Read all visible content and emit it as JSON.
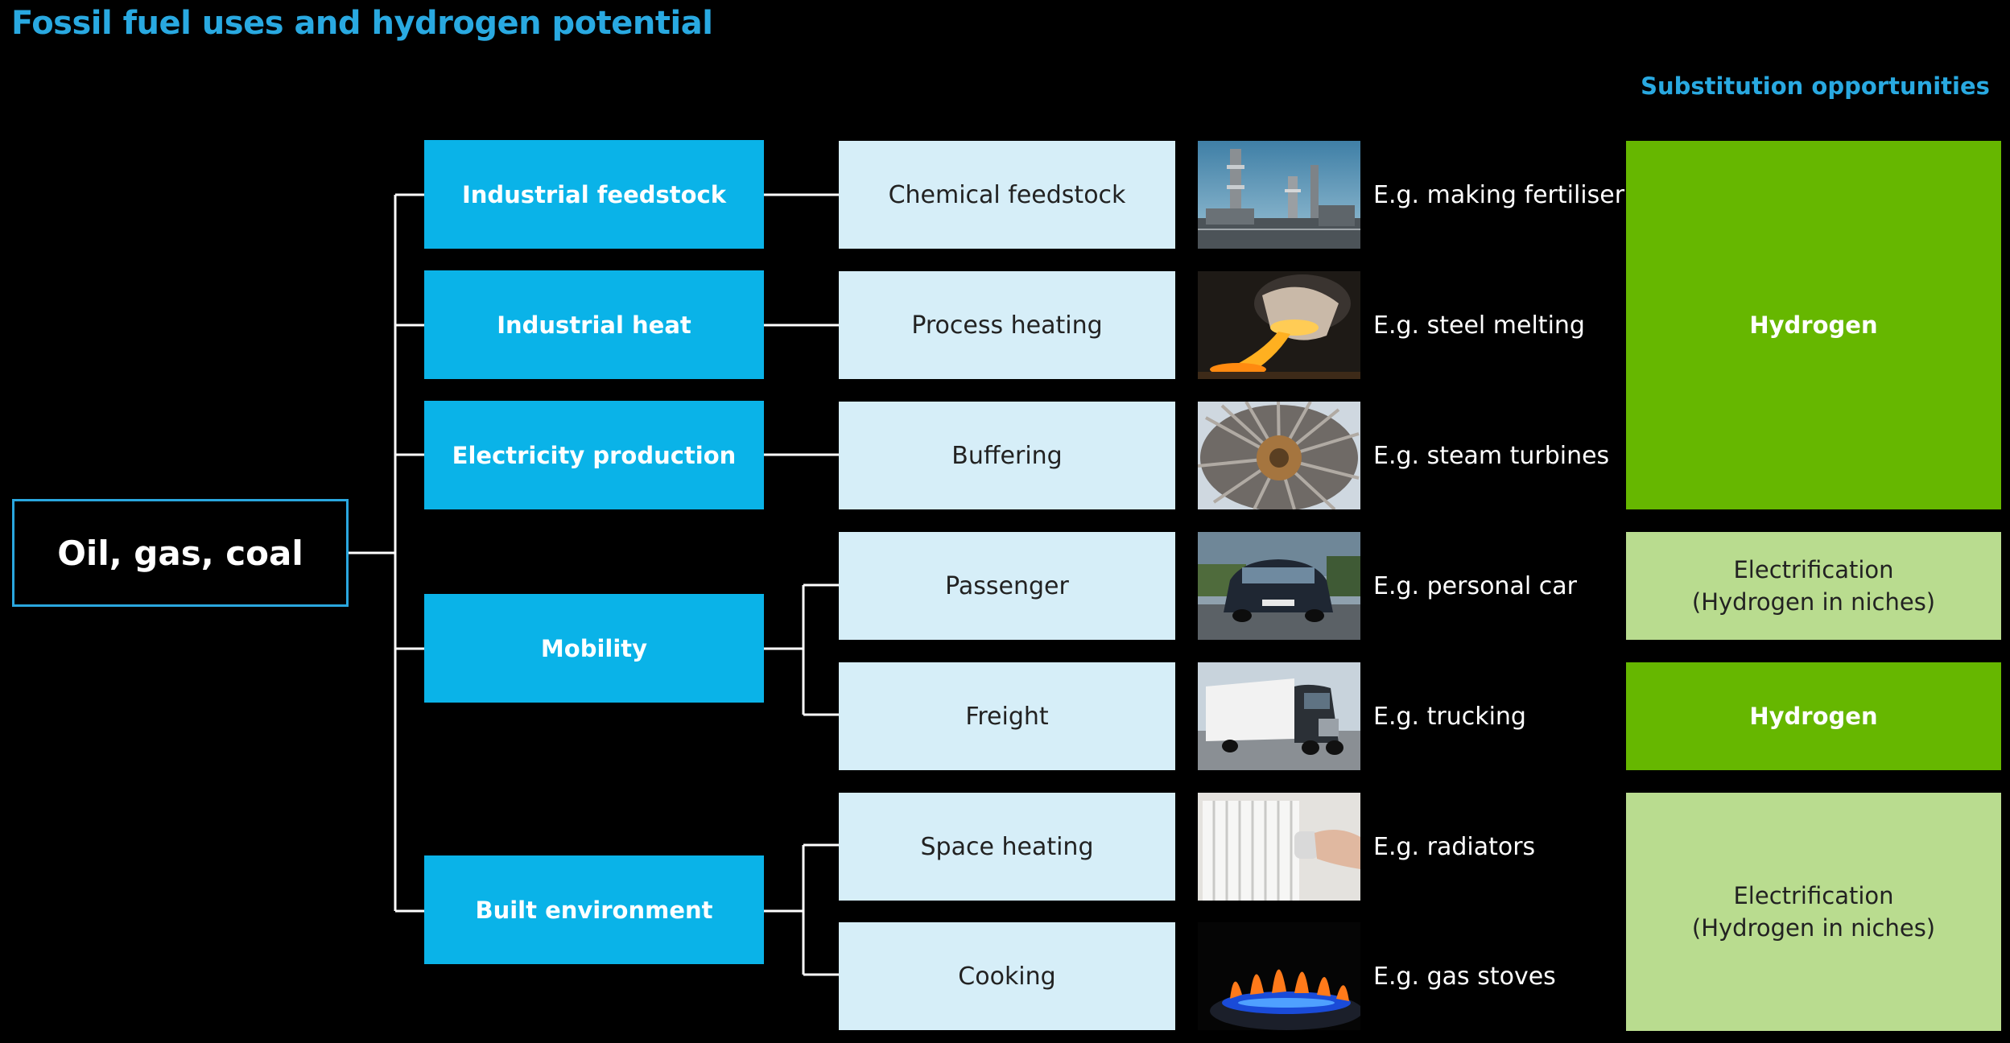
{
  "title": "Fossil fuel uses and hydrogen potential",
  "substitution_header": "Substitution opportunities",
  "root": "Oil, gas, coal",
  "categories": [
    {
      "label": "Industrial feedstock"
    },
    {
      "label": "Industrial heat"
    },
    {
      "label": "Electricity production"
    },
    {
      "label": "Mobility"
    },
    {
      "label": "Built environment"
    }
  ],
  "uses": [
    {
      "label": "Chemical feedstock",
      "example": "E.g. making fertiliser",
      "image_icon": "chemical-plant-photo"
    },
    {
      "label": "Process heating",
      "example": "E.g. steel melting",
      "image_icon": "molten-steel-photo"
    },
    {
      "label": "Buffering",
      "example": "E.g. steam turbines",
      "image_icon": "turbine-photo"
    },
    {
      "label": "Passenger",
      "example": "E.g. personal car",
      "image_icon": "car-photo"
    },
    {
      "label": "Freight",
      "example": "E.g. trucking",
      "image_icon": "truck-photo"
    },
    {
      "label": "Space heating",
      "example": "E.g. radiators",
      "image_icon": "radiator-photo"
    },
    {
      "label": "Cooking",
      "example": "E.g. gas stoves",
      "image_icon": "gas-flame-photo"
    }
  ],
  "substitutions": [
    {
      "line1": "Hydrogen",
      "line2": ""
    },
    {
      "line1": "Electrification",
      "line2": "(Hydrogen in niches)"
    },
    {
      "line1": "Hydrogen",
      "line2": ""
    },
    {
      "line1": "Electrification",
      "line2": "(Hydrogen in niches)"
    }
  ],
  "colors": {
    "background": "#000000",
    "title_blue": "#29a9e1",
    "category_blue": "#0ab3e8",
    "use_light_blue": "#d6eef8",
    "hydrogen_green": "#66b700",
    "electrification_green": "#b9dc8f",
    "connector": "#ffffff"
  }
}
